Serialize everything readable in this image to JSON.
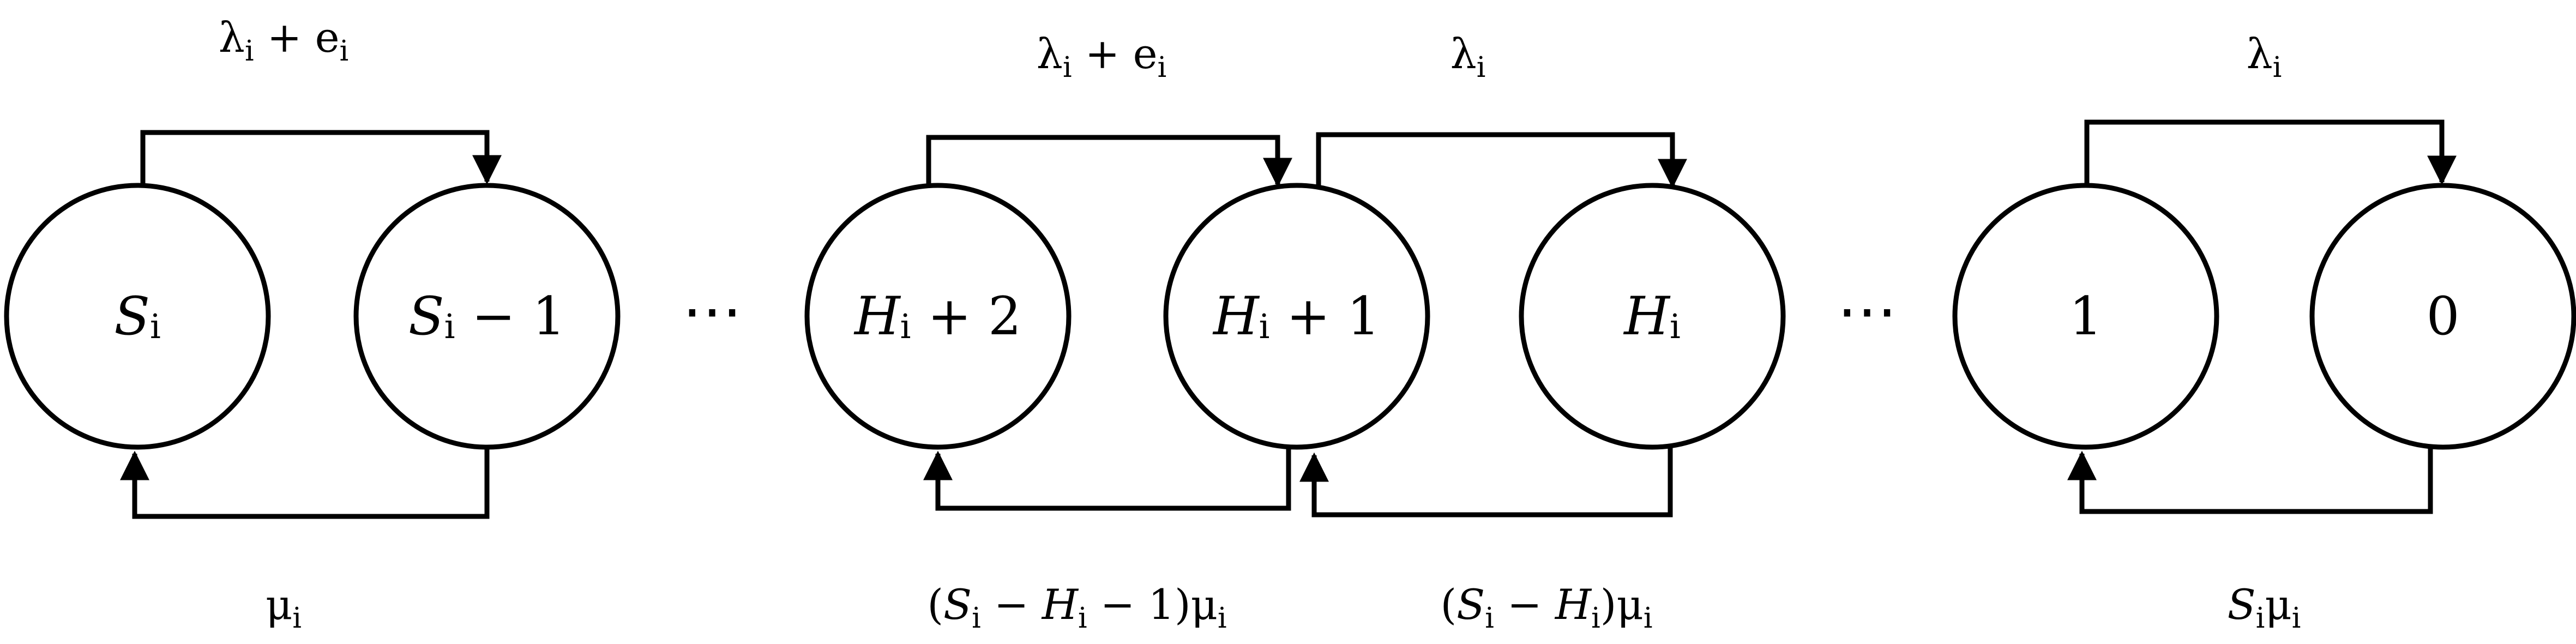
{
  "diagram": {
    "states": [
      {
        "main": "S",
        "sub": "i",
        "suffix": ""
      },
      {
        "main": "S",
        "sub": "i",
        "suffix": " − 1"
      },
      {
        "main": "H",
        "sub": "i",
        "suffix": " + 2"
      },
      {
        "main": "H",
        "sub": "i",
        "suffix": " + 1"
      },
      {
        "main": "H",
        "sub": "i",
        "suffix": ""
      },
      {
        "main": "",
        "sub": "",
        "suffix": "1"
      },
      {
        "main": "",
        "sub": "",
        "suffix": "0"
      }
    ],
    "ellipsis": "⋯",
    "top_labels": [
      {
        "parts": [
          {
            "t": "λ",
            "s": "n"
          },
          {
            "t": "i",
            "s": "sub"
          },
          {
            "t": " + e",
            "s": "n"
          },
          {
            "t": "i",
            "s": "sub"
          }
        ]
      },
      {
        "parts": [
          {
            "t": "λ",
            "s": "n"
          },
          {
            "t": "i",
            "s": "sub"
          },
          {
            "t": " + e",
            "s": "n"
          },
          {
            "t": "i",
            "s": "sub"
          }
        ]
      },
      {
        "parts": [
          {
            "t": "λ",
            "s": "n"
          },
          {
            "t": "i",
            "s": "sub"
          }
        ]
      },
      {
        "parts": [
          {
            "t": "λ",
            "s": "n"
          },
          {
            "t": "i",
            "s": "sub"
          }
        ]
      }
    ],
    "bottom_labels": [
      {
        "parts": [
          {
            "t": "μ",
            "s": "n"
          },
          {
            "t": "i",
            "s": "sub"
          }
        ]
      },
      {
        "parts": [
          {
            "t": "(",
            "s": "n"
          },
          {
            "t": "S",
            "s": "it"
          },
          {
            "t": "i",
            "s": "sub"
          },
          {
            "t": " − ",
            "s": "n"
          },
          {
            "t": "H",
            "s": "it"
          },
          {
            "t": "i",
            "s": "sub"
          },
          {
            "t": " − 1)μ",
            "s": "n"
          },
          {
            "t": "i",
            "s": "sub"
          }
        ]
      },
      {
        "parts": [
          {
            "t": "(",
            "s": "n"
          },
          {
            "t": "S",
            "s": "it"
          },
          {
            "t": "i",
            "s": "sub"
          },
          {
            "t": " − ",
            "s": "n"
          },
          {
            "t": "H",
            "s": "it"
          },
          {
            "t": "i",
            "s": "sub"
          },
          {
            "t": ")μ",
            "s": "n"
          },
          {
            "t": "i",
            "s": "sub"
          }
        ]
      },
      {
        "parts": [
          {
            "t": "S",
            "s": "it"
          },
          {
            "t": "i",
            "s": "sub"
          },
          {
            "t": "μ",
            "s": "n"
          },
          {
            "t": "i",
            "s": "sub"
          }
        ]
      }
    ]
  }
}
